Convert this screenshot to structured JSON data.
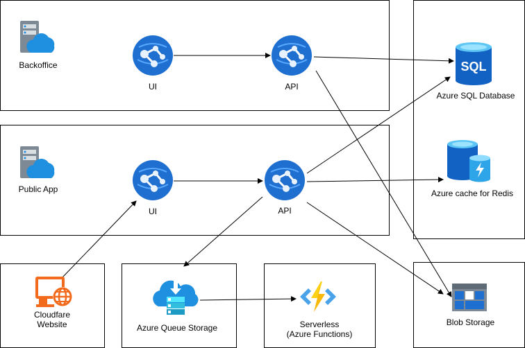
{
  "nodes": {
    "backoffice": "Backoffice",
    "backoffice_ui": "UI",
    "backoffice_api": "API",
    "public_app": "Public App",
    "public_ui": "UI",
    "public_api": "API",
    "sql_db": "Azure SQL Database",
    "redis": "Azure cache for Redis",
    "cloudflare_line1": "Cloudfare",
    "cloudflare_line2": "Website",
    "queue": "Azure Queue Storage",
    "serverless_line1": "Serverless",
    "serverless_line2": "(Azure Functions)",
    "blob": "Blob Storage",
    "sql_icon_text": "SQL"
  },
  "colors": {
    "azure_blue": "#1e6fd0",
    "azure_dark": "#0f4c9e",
    "cloud_blue": "#1f8fe0",
    "server_gray": "#7d8a96",
    "orange": "#f26a1b",
    "bolt_yellow": "#fcd116"
  },
  "icons": {
    "backoffice": "server-cloud-icon",
    "public_app": "server-cloud-icon",
    "ui": "web-app-icon",
    "api": "web-app-icon",
    "sql": "sql-database-icon",
    "redis": "redis-cache-icon",
    "cloudflare": "monitor-globe-icon",
    "queue": "queue-storage-icon",
    "serverless": "function-bolt-icon",
    "blob": "blob-storage-icon"
  }
}
